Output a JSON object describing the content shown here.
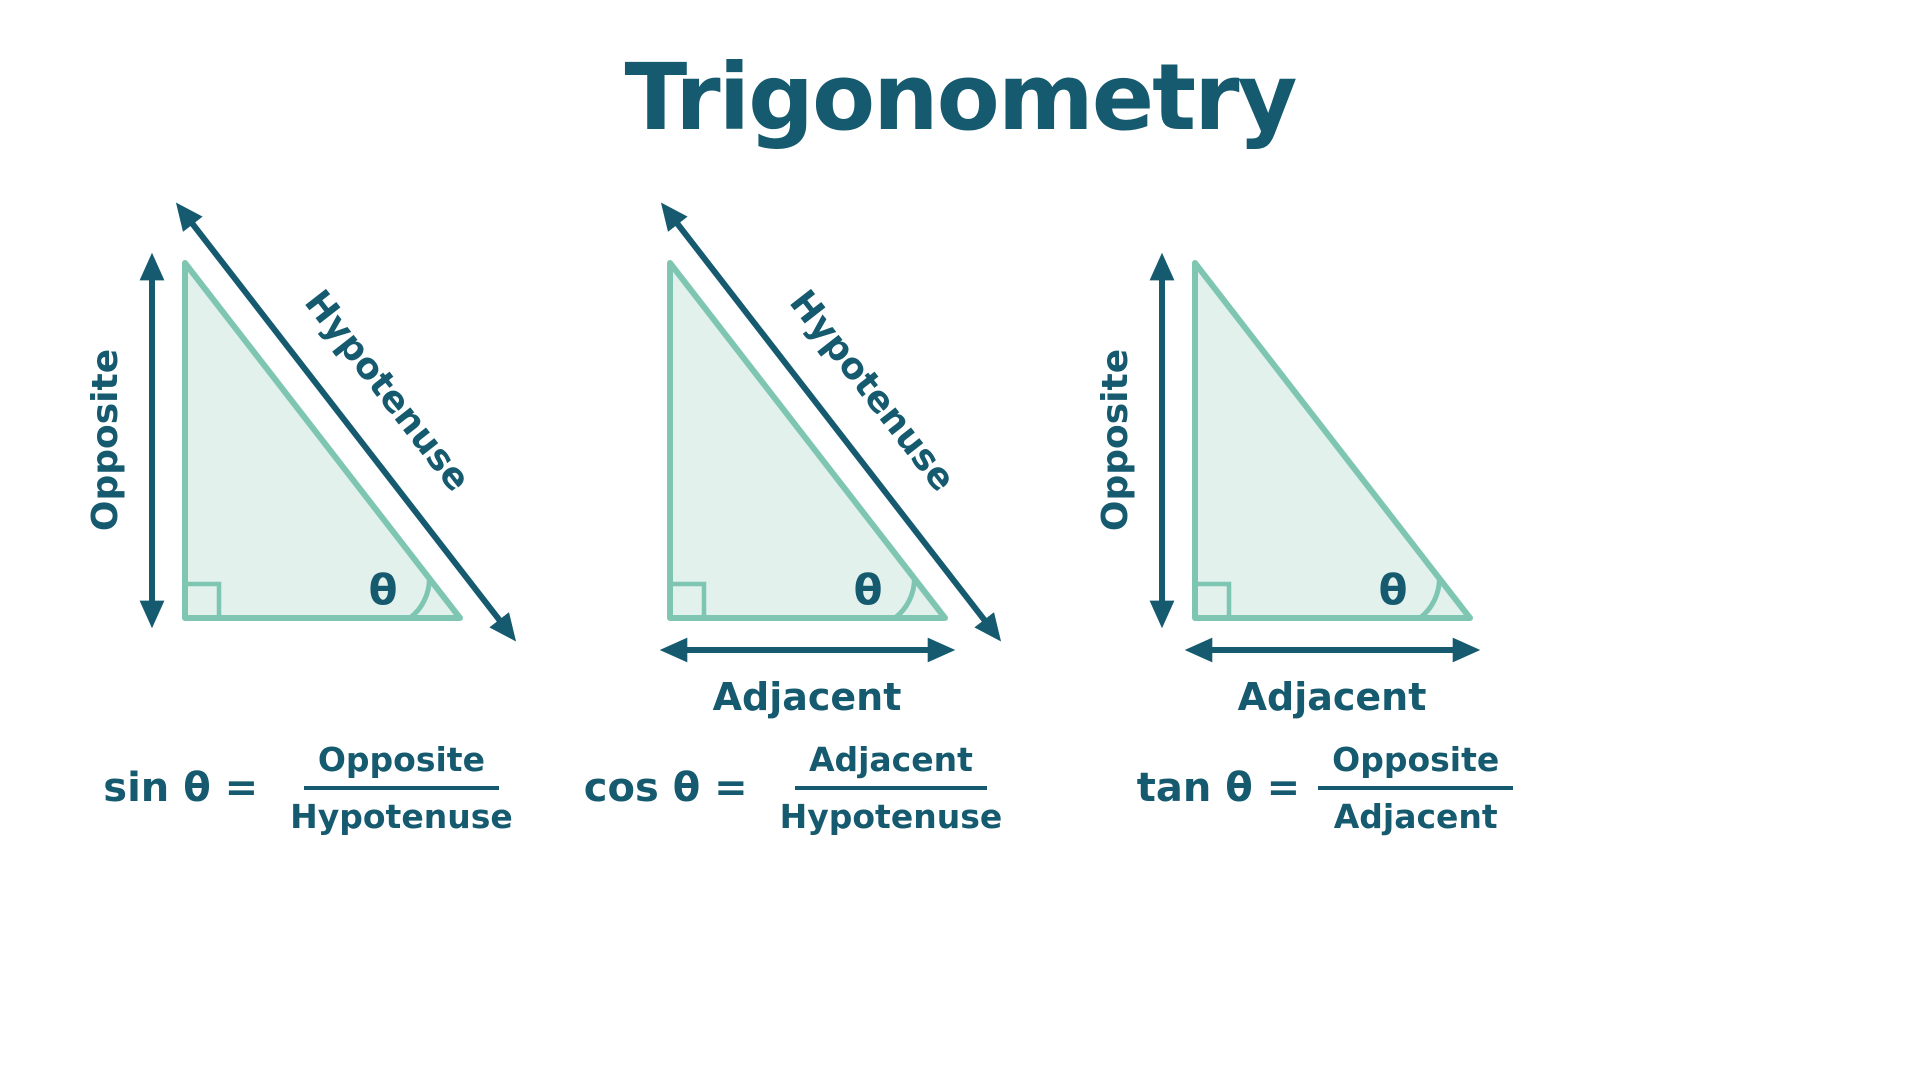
{
  "title": "Trigonometry",
  "colors": {
    "ink": "#155A6E",
    "triangle_fill": "#E2F1EC",
    "triangle_stroke": "#7FC6B2"
  },
  "triangles": [
    {
      "name": "sine triangle",
      "angle": "θ",
      "side_labels": {
        "left": "Opposite",
        "hypotenuse": "Hypotenuse"
      }
    },
    {
      "name": "cosine triangle",
      "angle": "θ",
      "side_labels": {
        "hypotenuse": "Hypotenuse",
        "bottom": "Adjacent"
      }
    },
    {
      "name": "tangent triangle",
      "angle": "θ",
      "side_labels": {
        "left": "Opposite",
        "bottom": "Adjacent"
      }
    }
  ],
  "formulas": [
    {
      "lhs": "sin θ =",
      "numerator": "Opposite",
      "denominator": "Hypotenuse"
    },
    {
      "lhs": "cos θ =",
      "numerator": "Adjacent",
      "denominator": "Hypotenuse"
    },
    {
      "lhs": "tan θ =",
      "numerator": "Opposite",
      "denominator": "Adjacent"
    }
  ]
}
